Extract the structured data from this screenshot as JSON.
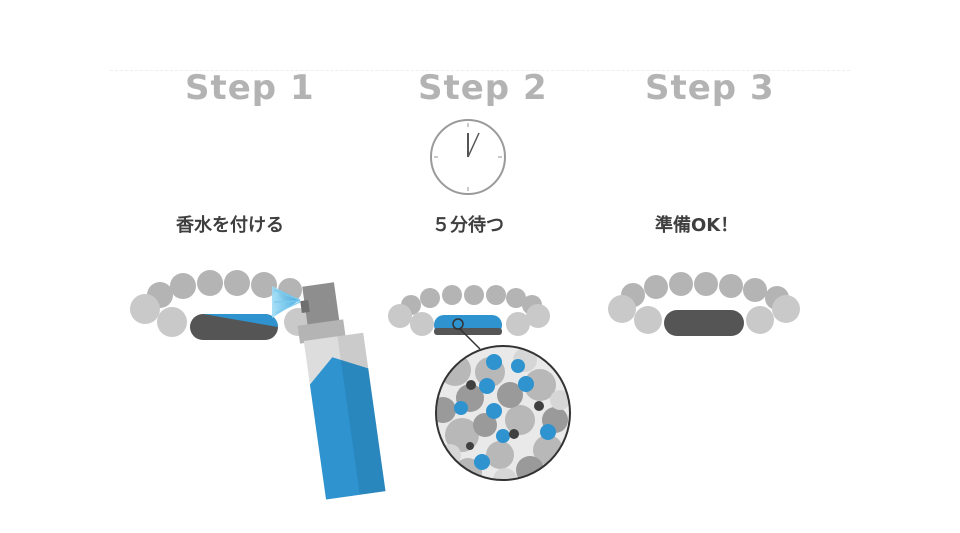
{
  "steps": [
    {
      "title": "Step 1",
      "caption": "香水を付ける"
    },
    {
      "title": "Step 2",
      "caption": "５分待つ"
    },
    {
      "title": "Step 3",
      "caption": "準備OK！"
    }
  ],
  "colors": {
    "title_gray": "#b3b3b3",
    "caption_dark": "#3f3f3f",
    "bead_gray": "#b4b4b4",
    "bead_light": "#c9c9c9",
    "plate_dark": "#555555",
    "accent_blue": "#2e93cf"
  },
  "icons": [
    "clock-icon",
    "perfume-spray-icon",
    "magnify-lens-icon"
  ]
}
